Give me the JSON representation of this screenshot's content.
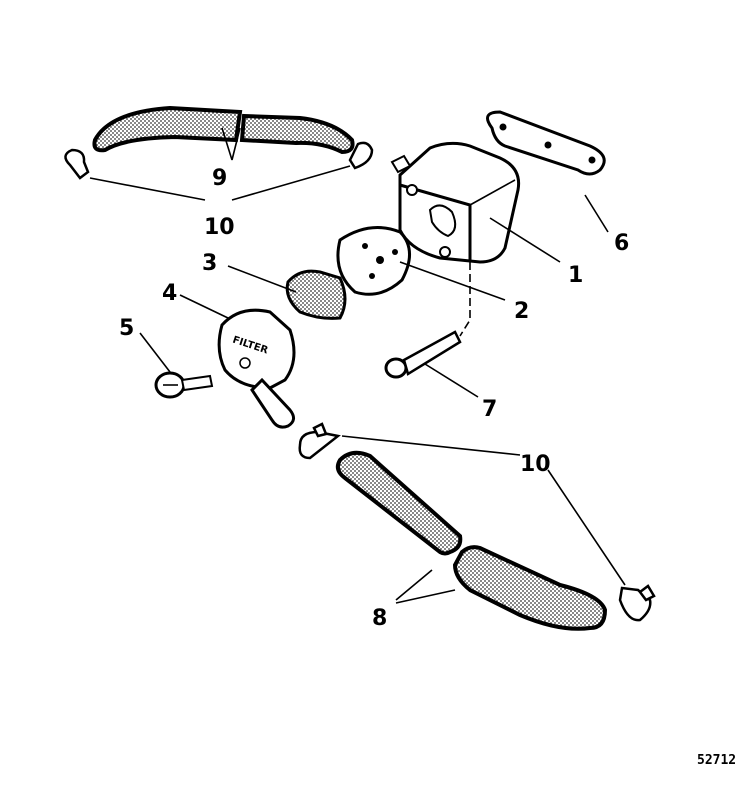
{
  "diagram": {
    "callouts": {
      "c1": "1",
      "c2": "2",
      "c3": "3",
      "c4": "4",
      "c5": "5",
      "c6": "6",
      "c7": "7",
      "c8": "8",
      "c9": "9",
      "c10a": "10",
      "c10b": "10"
    },
    "filter_text": "FILTER",
    "part_number": "52712"
  }
}
